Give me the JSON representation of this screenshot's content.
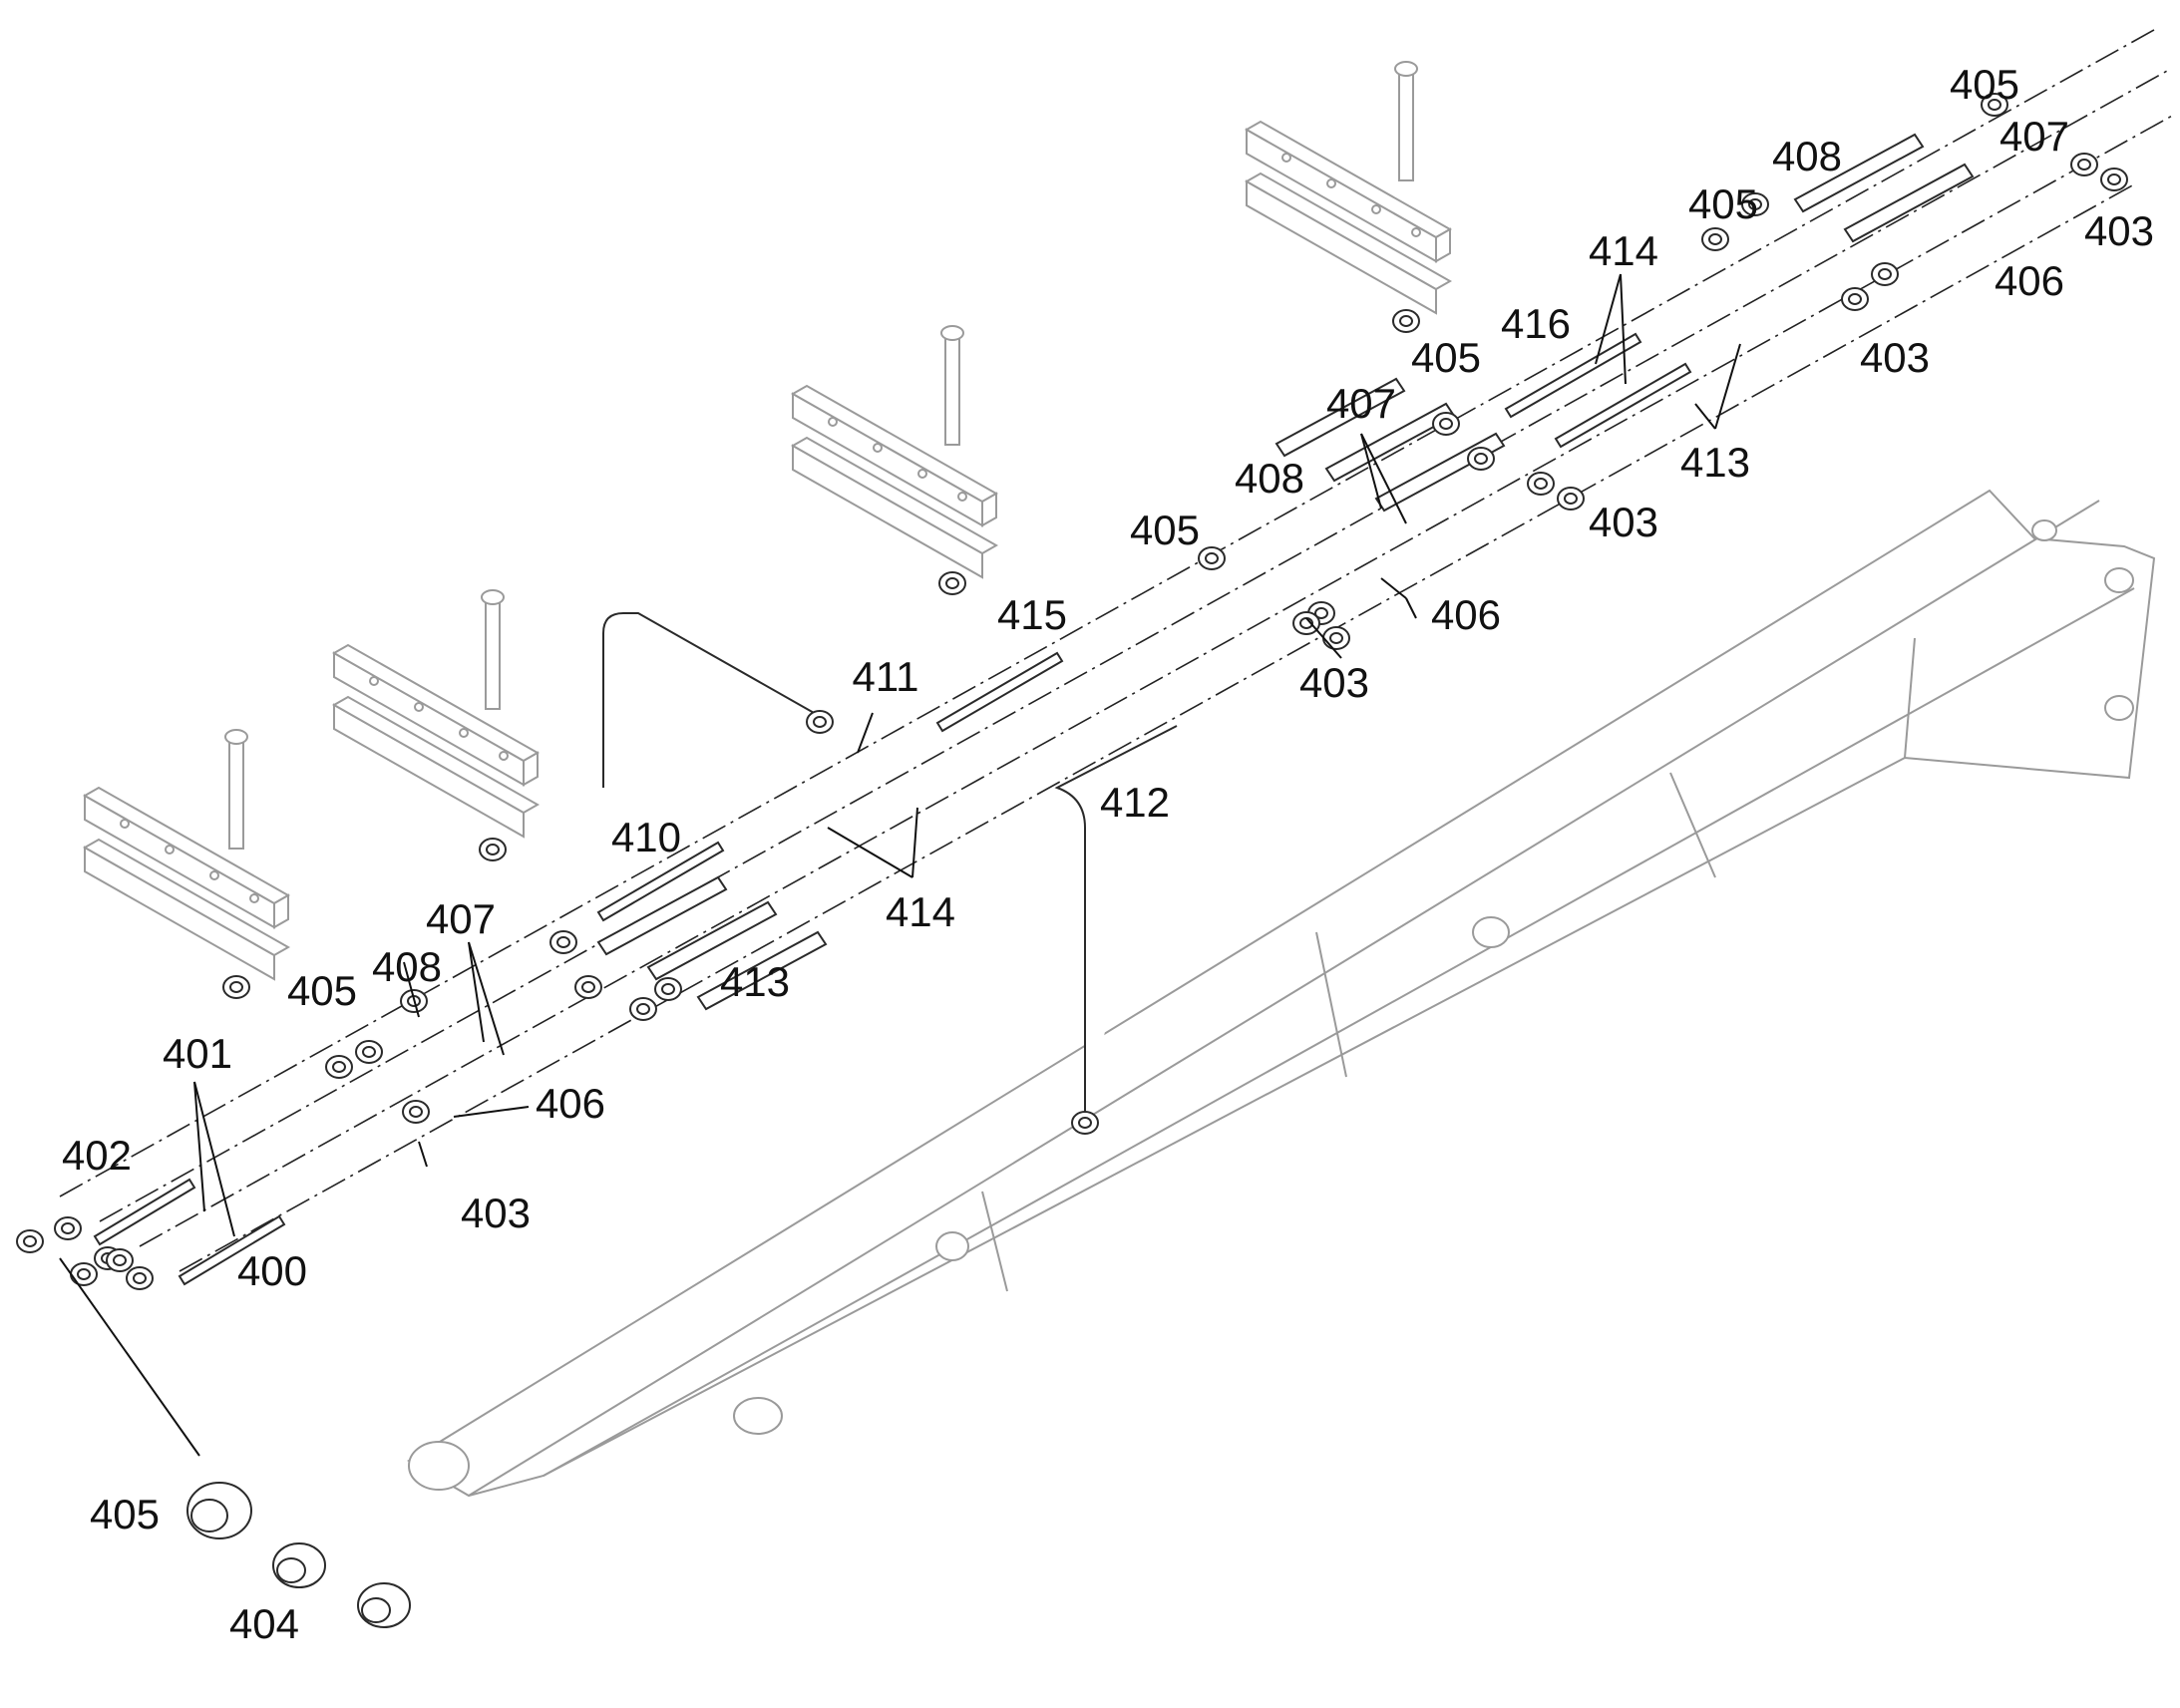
{
  "diagram": {
    "callouts": [
      {
        "id": "c405a",
        "text": "405"
      },
      {
        "id": "c407a",
        "text": "407"
      },
      {
        "id": "c408a",
        "text": "408"
      },
      {
        "id": "c405b",
        "text": "405"
      },
      {
        "id": "c403a",
        "text": "403"
      },
      {
        "id": "c414a",
        "text": "414"
      },
      {
        "id": "c406a",
        "text": "406"
      },
      {
        "id": "c416",
        "text": "416"
      },
      {
        "id": "c405c",
        "text": "405"
      },
      {
        "id": "c407b",
        "text": "407"
      },
      {
        "id": "c403b",
        "text": "403"
      },
      {
        "id": "c408b",
        "text": "408"
      },
      {
        "id": "c413a",
        "text": "413"
      },
      {
        "id": "c405d",
        "text": "405"
      },
      {
        "id": "c403c",
        "text": "403"
      },
      {
        "id": "c415",
        "text": "415"
      },
      {
        "id": "c406b",
        "text": "406"
      },
      {
        "id": "c411",
        "text": "411"
      },
      {
        "id": "c403d",
        "text": "403"
      },
      {
        "id": "c412",
        "text": "412"
      },
      {
        "id": "c410",
        "text": "410"
      },
      {
        "id": "c414b",
        "text": "414"
      },
      {
        "id": "c407c",
        "text": "407"
      },
      {
        "id": "c408c",
        "text": "408"
      },
      {
        "id": "c413b",
        "text": "413"
      },
      {
        "id": "c405e",
        "text": "405"
      },
      {
        "id": "c401",
        "text": "401"
      },
      {
        "id": "c406c",
        "text": "406"
      },
      {
        "id": "c402",
        "text": "402"
      },
      {
        "id": "c403e",
        "text": "403"
      },
      {
        "id": "c400",
        "text": "400"
      },
      {
        "id": "c405f",
        "text": "405"
      },
      {
        "id": "c404",
        "text": "404"
      }
    ]
  }
}
